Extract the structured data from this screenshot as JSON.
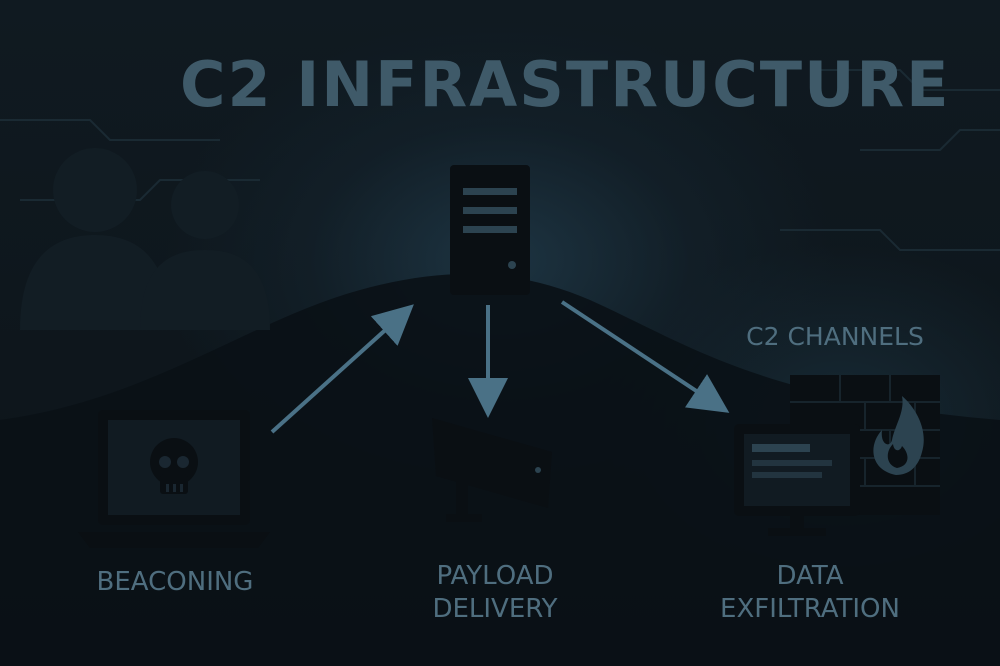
{
  "title": "C2 INFRASTRUCTURE",
  "labels": {
    "beaconing": "BEACONING",
    "payload_line1": "PAYLOAD",
    "payload_line2": "DELIVERY",
    "exfil_line1": "DATA",
    "exfil_line2": "EXFILTRATION",
    "channels": "C2 CHANNELS"
  },
  "icons": {
    "server": "server-icon",
    "laptop": "laptop-skull-icon",
    "camera": "surveillance-camera-icon",
    "monitor": "monitor-icon",
    "firewall": "firewall-icon",
    "hackers": "hacker-silhouette-icon"
  },
  "colors": {
    "background": "#0e161c",
    "title": "#3f5a69",
    "label": "#4f6e7f",
    "arrow": "#4a7186",
    "icon_fill": "#0a0f13",
    "icon_light": "#2c4350"
  }
}
